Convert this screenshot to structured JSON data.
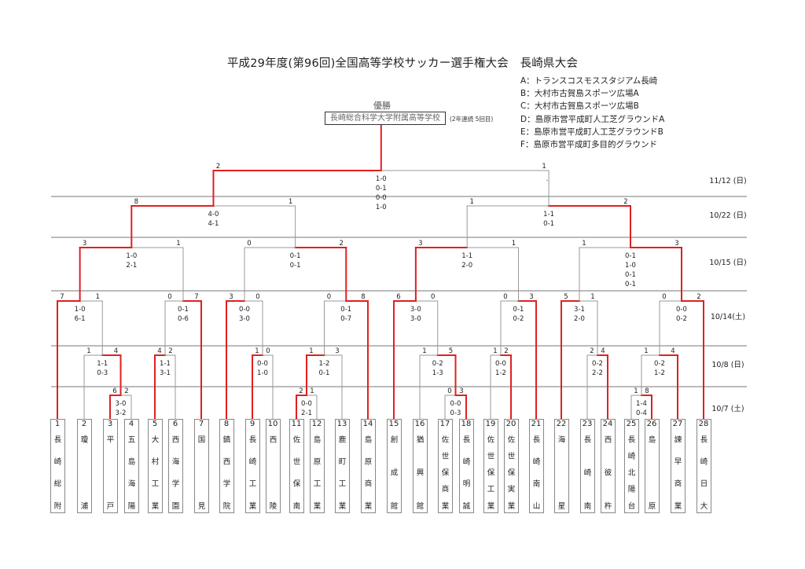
{
  "title": "平成29年度(第96回)全国高等学校サッカー選手権大会　長崎県大会",
  "venues": [
    "A：トランスコスモススタジアム長崎",
    "B：大村市古賀島スポーツ広場A",
    "C：大村市古賀島スポーツ広場B",
    "D：島原市営平成町人工芝グラウンドA",
    "E：島原市営平成町人工芝グラウンドB",
    "F：島原市営平成町多目的グラウンド"
  ],
  "champion": {
    "label": "優勝",
    "team": "長崎総合科学大学附属高等学校",
    "note": "(2年連続 5回目)"
  },
  "dates": [
    "11/12 (日)",
    "10/22 (日)",
    "10/15 (日)",
    "10/14(土)",
    "10/8 (日)",
    "10/7 (土)"
  ],
  "teams": [
    {
      "num": "1",
      "name": "長崎総附"
    },
    {
      "num": "2",
      "name": "瓊浦"
    },
    {
      "num": "3",
      "name": "平戸"
    },
    {
      "num": "4",
      "name": "五島海陽"
    },
    {
      "num": "5",
      "name": "大村工業"
    },
    {
      "num": "6",
      "name": "西海学園"
    },
    {
      "num": "7",
      "name": "国見"
    },
    {
      "num": "8",
      "name": "鎮西学院"
    },
    {
      "num": "9",
      "name": "長崎工業"
    },
    {
      "num": "10",
      "name": "西陵"
    },
    {
      "num": "11",
      "name": "佐世保南"
    },
    {
      "num": "12",
      "name": "島原工業"
    },
    {
      "num": "13",
      "name": "鹿町工業"
    },
    {
      "num": "14",
      "name": "島原商業"
    },
    {
      "num": "15",
      "name": "創成館"
    },
    {
      "num": "16",
      "name": "猶興館"
    },
    {
      "num": "17",
      "name": "佐世保商業"
    },
    {
      "num": "18",
      "name": "長崎明誠"
    },
    {
      "num": "19",
      "name": "佐世保工業"
    },
    {
      "num": "20",
      "name": "佐世保実業"
    },
    {
      "num": "21",
      "name": "長崎南山"
    },
    {
      "num": "22",
      "name": "海星"
    },
    {
      "num": "23",
      "name": "長崎南"
    },
    {
      "num": "24",
      "name": "西彼杵"
    },
    {
      "num": "25",
      "name": "長崎北陽台"
    },
    {
      "num": "26",
      "name": "島原"
    },
    {
      "num": "27",
      "name": "諫早商業"
    },
    {
      "num": "28",
      "name": "長崎日大"
    }
  ],
  "matches": [
    {
      "l": "6",
      "r": "2",
      "halves": [
        "3-0",
        "3-2"
      ],
      "winner": "left"
    },
    {
      "l": "1",
      "r": "4",
      "halves": [
        "1-1",
        "0-3"
      ],
      "winner": "right"
    },
    {
      "l": "4",
      "r": "2",
      "halves": [
        "1-1",
        "3-1"
      ],
      "winner": "left"
    },
    {
      "l": "7",
      "r": "1",
      "halves": [
        "1-0",
        "6-1"
      ],
      "winner": "left"
    },
    {
      "l": "0",
      "r": "7",
      "halves": [
        "0-1",
        "0-6"
      ],
      "winner": "right"
    },
    {
      "l": "1",
      "r": "0",
      "halves": [
        "0-0",
        "1-0"
      ],
      "winner": "left"
    },
    {
      "l": "3",
      "r": "0",
      "halves": [
        "0-0",
        "3-0"
      ],
      "winner": "left"
    },
    {
      "l": "2",
      "r": "1",
      "halves": [
        "0-0",
        "2-1"
      ],
      "winner": "left"
    },
    {
      "l": "1",
      "r": "3",
      "halves": [
        "1-2",
        "0-1"
      ],
      "winner": "left"
    },
    {
      "l": "0",
      "r": "8",
      "halves": [
        "0-1",
        "0-7"
      ],
      "winner": "right"
    },
    {
      "l": "3",
      "r": "1",
      "halves": [
        "1-0",
        "2-1"
      ],
      "winner": "left"
    },
    {
      "l": "0",
      "r": "2",
      "halves": [
        "0-1",
        "0-1"
      ],
      "winner": "right"
    },
    {
      "l": "8",
      "r": "1",
      "halves": [
        "4-0",
        "4-1"
      ],
      "winner": "left"
    },
    {
      "l": "0",
      "r": "3",
      "halves": [
        "0-0",
        "0-3"
      ],
      "winner": "right"
    },
    {
      "l": "1",
      "r": "5",
      "halves": [
        "0-2",
        "1-3"
      ],
      "winner": "right"
    },
    {
      "l": "6",
      "r": "0",
      "halves": [
        "3-0",
        "3-0"
      ],
      "winner": "left"
    },
    {
      "l": "1",
      "r": "2",
      "halves": [
        "0-0",
        "1-2"
      ],
      "winner": "right"
    },
    {
      "l": "0",
      "r": "3",
      "halves": [
        "0-1",
        "0-2"
      ],
      "winner": "right"
    },
    {
      "l": "2",
      "r": "4",
      "halves": [
        "0-2",
        "2-2"
      ],
      "winner": "right"
    },
    {
      "l": "5",
      "r": "1",
      "halves": [
        "3-1",
        "2-0"
      ],
      "winner": "left"
    },
    {
      "l": "1",
      "r": "8",
      "halves": [
        "1-4",
        "0-4"
      ],
      "winner": "right"
    },
    {
      "l": "1",
      "r": "4",
      "halves": [
        "0-2",
        "1-2"
      ],
      "winner": "right"
    },
    {
      "l": "0",
      "r": "2",
      "halves": [
        "0-0",
        "0-2"
      ],
      "winner": "right"
    },
    {
      "l": "3",
      "r": "1",
      "halves": [
        "1-1",
        "2-0"
      ],
      "winner": "left"
    },
    {
      "l": "1",
      "r": "3",
      "halves": [
        "0-1",
        "1-0",
        "0-1",
        "0-1"
      ],
      "winner": "right"
    },
    {
      "l": "1",
      "r": "2",
      "halves": [
        "1-1",
        "0-1"
      ],
      "winner": "right"
    },
    {
      "l": "2",
      "r": "1",
      "halves": [
        "1-0",
        "0-1",
        "0-0",
        "1-0"
      ],
      "winner": "left",
      "note": "."
    }
  ],
  "colors": {
    "winner_line": "#e02020",
    "line": "#999999",
    "separator": "#777777"
  }
}
